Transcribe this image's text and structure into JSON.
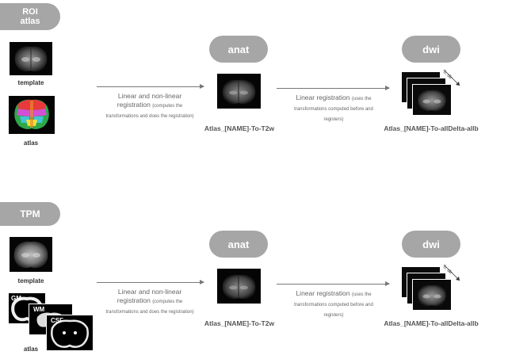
{
  "top_section": {
    "group_label_line1": "ROI",
    "group_label_line2": "atlas",
    "template_label": "template",
    "atlas_label": "atlas",
    "anat_label": "anat",
    "dwi_label": "dwi",
    "arrow1_main": "Linear and non-linear registration",
    "arrow1_sub": "(computes the transformations and does the registration)",
    "arrow2_main": "Linear registration",
    "arrow2_sub": "(uses the transformations computed before and registers)",
    "output_anat_name": "Atlas_[NAME]-To-T2w",
    "output_dwi_name": "Atlas_[NAME]-To-allDelta-allb",
    "bdir_label": "b, dir"
  },
  "bottom_section": {
    "group_label": "TPM",
    "template_label": "template",
    "atlas_label": "atlas",
    "tissue_gm": "GM",
    "tissue_wm": "WM",
    "tissue_csf": "CSF",
    "anat_label": "anat",
    "dwi_label": "dwi",
    "arrow1_main": "Linear and non-linear registration",
    "arrow1_sub": "(computes the transformations and does the registration)",
    "arrow2_main": "Linear registration",
    "arrow2_sub": "(uses the transformations computed before and registers)",
    "output_anat_name": "Atlas_[NAME]-To-T2w",
    "output_dwi_name": "Atlas_[NAME]-To-allDelta-allb",
    "bdir_label": "b, dir"
  },
  "colors": {
    "pill": "#a6a6a6",
    "pill_text": "#ffffff",
    "arrow": "#777777",
    "image_bg": "#050505"
  },
  "icons": {
    "brain": "brain-slice-image",
    "atlas": "colored-atlas-image"
  }
}
